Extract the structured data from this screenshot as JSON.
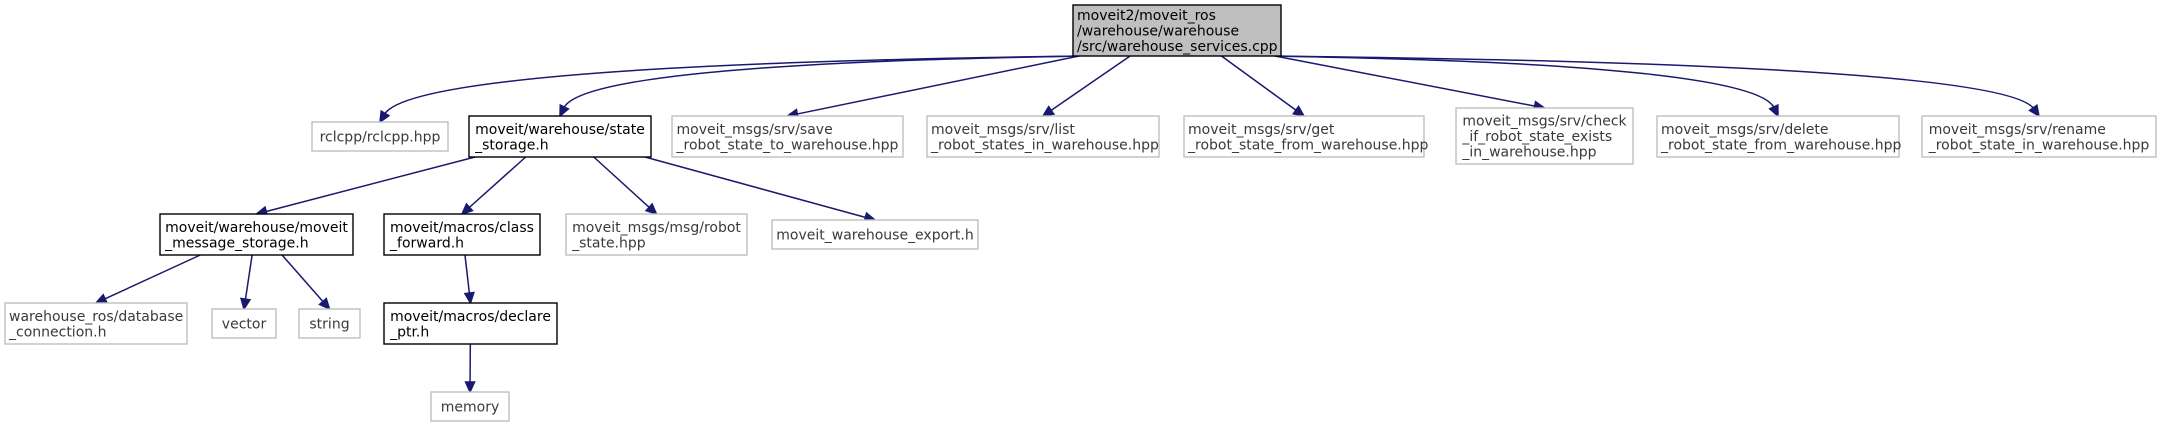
{
  "nodes": [
    {
      "id": "root",
      "lines": [
        "moveit2/moveit_ros",
        "/warehouse/warehouse",
        "/src/warehouse_services.cpp"
      ],
      "style": "root"
    },
    {
      "id": "rclcpp",
      "lines": [
        "rclcpp/rclcpp.hpp"
      ],
      "style": "external"
    },
    {
      "id": "state_storage",
      "lines": [
        "moveit/warehouse/state",
        "_storage.h"
      ],
      "style": "solid"
    },
    {
      "id": "save_srv",
      "lines": [
        "moveit_msgs/srv/save",
        "_robot_state_to_warehouse.hpp"
      ],
      "style": "external"
    },
    {
      "id": "list_srv",
      "lines": [
        "moveit_msgs/srv/list",
        "_robot_states_in_warehouse.hpp"
      ],
      "style": "external"
    },
    {
      "id": "get_srv",
      "lines": [
        "moveit_msgs/srv/get",
        "_robot_state_from_warehouse.hpp"
      ],
      "style": "external"
    },
    {
      "id": "check_srv",
      "lines": [
        "moveit_msgs/srv/check",
        "_if_robot_state_exists",
        "_in_warehouse.hpp"
      ],
      "style": "external"
    },
    {
      "id": "delete_srv",
      "lines": [
        "moveit_msgs/srv/delete",
        "_robot_state_from_warehouse.hpp"
      ],
      "style": "external"
    },
    {
      "id": "rename_srv",
      "lines": [
        "moveit_msgs/srv/rename",
        "_robot_state_in_warehouse.hpp"
      ],
      "style": "external"
    },
    {
      "id": "msg_storage",
      "lines": [
        "moveit/warehouse/moveit",
        "_message_storage.h"
      ],
      "style": "solid"
    },
    {
      "id": "class_fwd",
      "lines": [
        "moveit/macros/class",
        "_forward.h"
      ],
      "style": "solid"
    },
    {
      "id": "robot_state_msg",
      "lines": [
        "moveit_msgs/msg/robot",
        "_state.hpp"
      ],
      "style": "external"
    },
    {
      "id": "export_h",
      "lines": [
        "moveit_warehouse_export.h"
      ],
      "style": "external"
    },
    {
      "id": "db_conn",
      "lines": [
        "warehouse_ros/database",
        "_connection.h"
      ],
      "style": "external"
    },
    {
      "id": "vector",
      "lines": [
        "vector"
      ],
      "style": "external"
    },
    {
      "id": "string",
      "lines": [
        "string"
      ],
      "style": "external"
    },
    {
      "id": "declare_ptr",
      "lines": [
        "moveit/macros/declare",
        "_ptr.h"
      ],
      "style": "solid"
    },
    {
      "id": "memory",
      "lines": [
        "memory"
      ],
      "style": "external"
    }
  ],
  "edges": [
    {
      "from": "root",
      "to": "rclcpp"
    },
    {
      "from": "root",
      "to": "state_storage"
    },
    {
      "from": "root",
      "to": "save_srv"
    },
    {
      "from": "root",
      "to": "list_srv"
    },
    {
      "from": "root",
      "to": "get_srv"
    },
    {
      "from": "root",
      "to": "check_srv"
    },
    {
      "from": "root",
      "to": "delete_srv"
    },
    {
      "from": "root",
      "to": "rename_srv"
    },
    {
      "from": "state_storage",
      "to": "msg_storage"
    },
    {
      "from": "state_storage",
      "to": "class_fwd"
    },
    {
      "from": "state_storage",
      "to": "robot_state_msg"
    },
    {
      "from": "state_storage",
      "to": "export_h"
    },
    {
      "from": "msg_storage",
      "to": "db_conn"
    },
    {
      "from": "msg_storage",
      "to": "vector"
    },
    {
      "from": "msg_storage",
      "to": "string"
    },
    {
      "from": "class_fwd",
      "to": "declare_ptr"
    },
    {
      "from": "declare_ptr",
      "to": "memory"
    }
  ],
  "colors": {
    "root_fill": "#bfbfbf",
    "solid_border": "#000000",
    "external_border": "#bfbfbf",
    "edge": "#191970"
  }
}
